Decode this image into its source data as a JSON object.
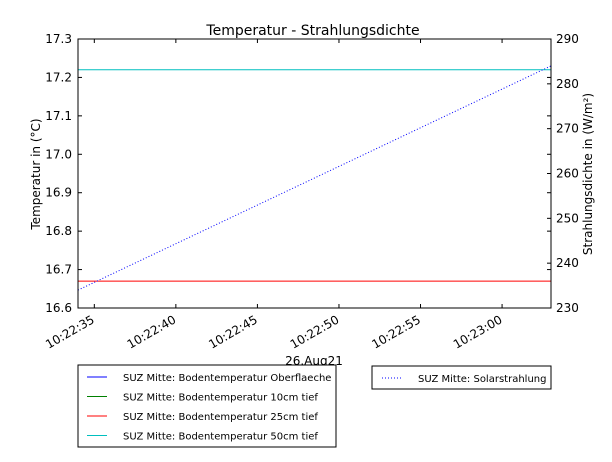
{
  "chart_data": {
    "type": "line",
    "title": "Temperatur - Strahlungsdichte",
    "ylabel_left": "Temperatur in (°C)",
    "ylabel_right": "Strahlungsdichte in (W/m²)",
    "date_label": "26.Aug21",
    "x_range": [
      "10:22:34",
      "10:23:03"
    ],
    "x_ticks": [
      "10:22:35",
      "10:22:40",
      "10:22:45",
      "10:22:50",
      "10:22:55",
      "10:23:00"
    ],
    "ylim_left": [
      16.6,
      17.3
    ],
    "yticks_left": [
      "16.6",
      "16.7",
      "16.8",
      "16.9",
      "17.0",
      "17.1",
      "17.2",
      "17.3"
    ],
    "ylim_right": [
      230,
      290
    ],
    "yticks_right": [
      "230",
      "240",
      "250",
      "260",
      "270",
      "280",
      "290"
    ],
    "grid": false,
    "legend_left_position": "bottom-left",
    "legend_right_position": "bottom-right",
    "series_left": [
      {
        "name": "SUZ Mitte: Bodentemperatur Oberflaeche",
        "color": "#0000ff",
        "style": "solid",
        "points": []
      },
      {
        "name": "SUZ Mitte: Bodentemperatur 10cm tief",
        "color": "#008000",
        "style": "solid",
        "points": []
      },
      {
        "name": "SUZ Mitte: Bodentemperatur 25cm tief",
        "color": "#ff0000",
        "style": "solid",
        "points": [
          [
            "10:22:34",
            16.67
          ],
          [
            "10:23:03",
            16.67
          ]
        ]
      },
      {
        "name": "SUZ Mitte: Bodentemperatur 50cm tief",
        "color": "#00bfbf",
        "style": "solid",
        "points": [
          [
            "10:22:34",
            17.22
          ],
          [
            "10:23:03",
            17.22
          ]
        ]
      }
    ],
    "series_right": [
      {
        "name": "SUZ Mitte: Solarstrahlung",
        "color": "#0000ff",
        "style": "dotted",
        "points": [
          [
            "10:22:34",
            234
          ],
          [
            "10:23:03",
            284
          ]
        ]
      }
    ]
  }
}
